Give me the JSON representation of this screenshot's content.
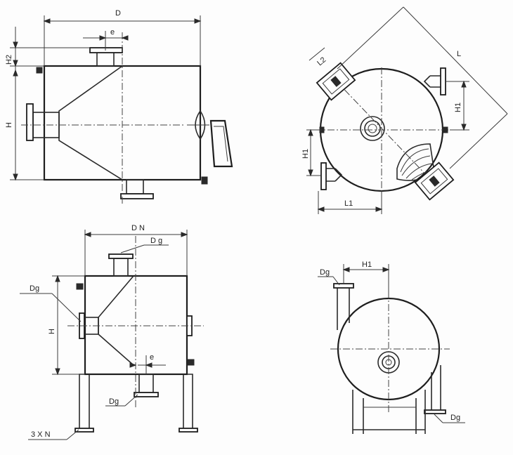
{
  "labels": {
    "view1": {
      "D": "D",
      "e": "e",
      "H2": "H2",
      "H": "H"
    },
    "view2": {
      "L": "L",
      "L2": "L2",
      "H1_right": "H1",
      "H1_left": "H1",
      "L1": "L1"
    },
    "view3": {
      "DN": "D N",
      "Dg_top": "D g",
      "Dg_left": "Dg",
      "H": "H",
      "e": "e",
      "Dg_bottom": "Dg",
      "legs": "3 X N"
    },
    "view4": {
      "Dg_top": "Dg",
      "H1": "H1",
      "Dg_bottom": "Dg"
    }
  }
}
